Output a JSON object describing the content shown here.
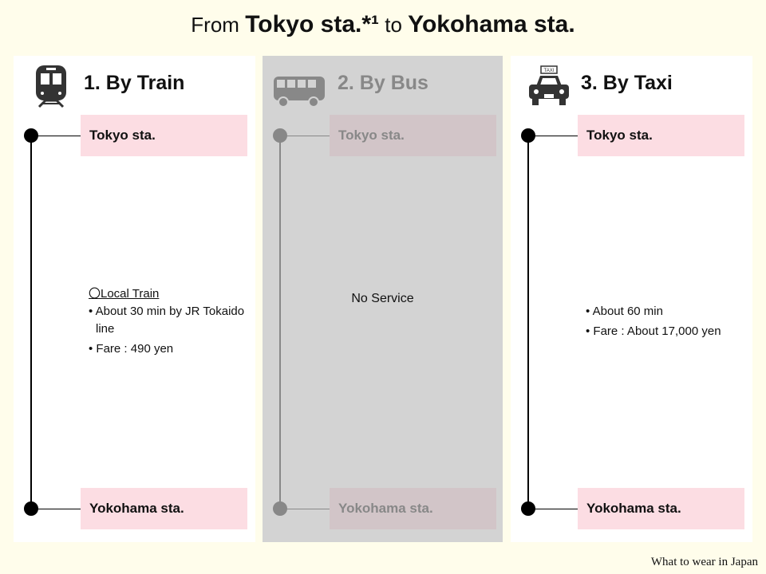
{
  "title": {
    "from": "From",
    "origin": "Tokyo sta.*¹",
    "to": "to",
    "destination": "Yokohama sta."
  },
  "columns": [
    {
      "heading": "1. By Train",
      "icon": "train-icon",
      "start": "Tokyo sta.",
      "end": "Yokohama sta.",
      "subtitle": "〇Local Train",
      "bullets": [
        "• About 30 min by JR Tokaido line",
        "• Fare : 490 yen"
      ]
    },
    {
      "heading": "2. By Bus",
      "icon": "bus-icon",
      "start": "Tokyo sta.",
      "end": "Yokohama sta.",
      "note": "No Service"
    },
    {
      "heading": "3. By Taxi",
      "icon": "taxi-icon",
      "start": "Tokyo sta.",
      "end": "Yokohama sta.",
      "bullets": [
        "• About 60 min",
        "• Fare : About 17,000 yen"
      ],
      "taxi_sign": "TAXI"
    }
  ],
  "credit": "What to wear in Japan",
  "colors": {
    "background": "#fffdeb",
    "station_box": "#fcdde3",
    "disabled": "#d3d3d3"
  }
}
